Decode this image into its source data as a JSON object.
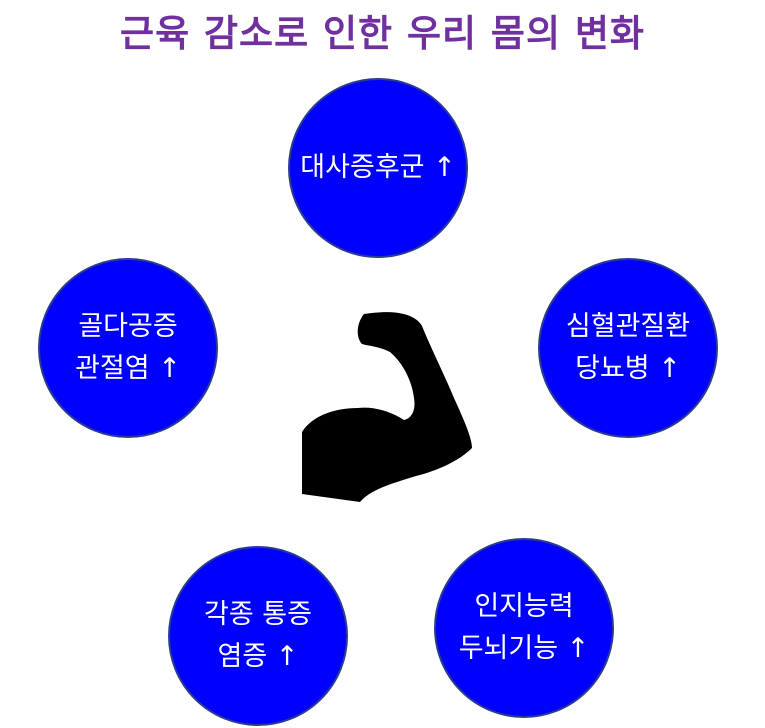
{
  "title": "근육 감소로 인한 우리 몸의 변화",
  "center_icon": "flexed-bicep-icon",
  "colors": {
    "title": "#7030a0",
    "circle_fill": "#0000ff",
    "circle_border": "#2a3c8f",
    "circle_text": "#ffffff",
    "icon": "#000000"
  },
  "circles": {
    "top": {
      "lines": [
        "대사증후군 ↑"
      ]
    },
    "right": {
      "lines": [
        "심혈관질환",
        "당뇨병 ↑"
      ]
    },
    "left": {
      "lines": [
        "골다공증",
        "관절염 ↑"
      ]
    },
    "bottom_left": {
      "lines": [
        "각종 통증",
        "염증 ↑"
      ]
    },
    "bottom_right": {
      "lines": [
        "인지능력",
        "두뇌기능 ↑"
      ]
    }
  }
}
